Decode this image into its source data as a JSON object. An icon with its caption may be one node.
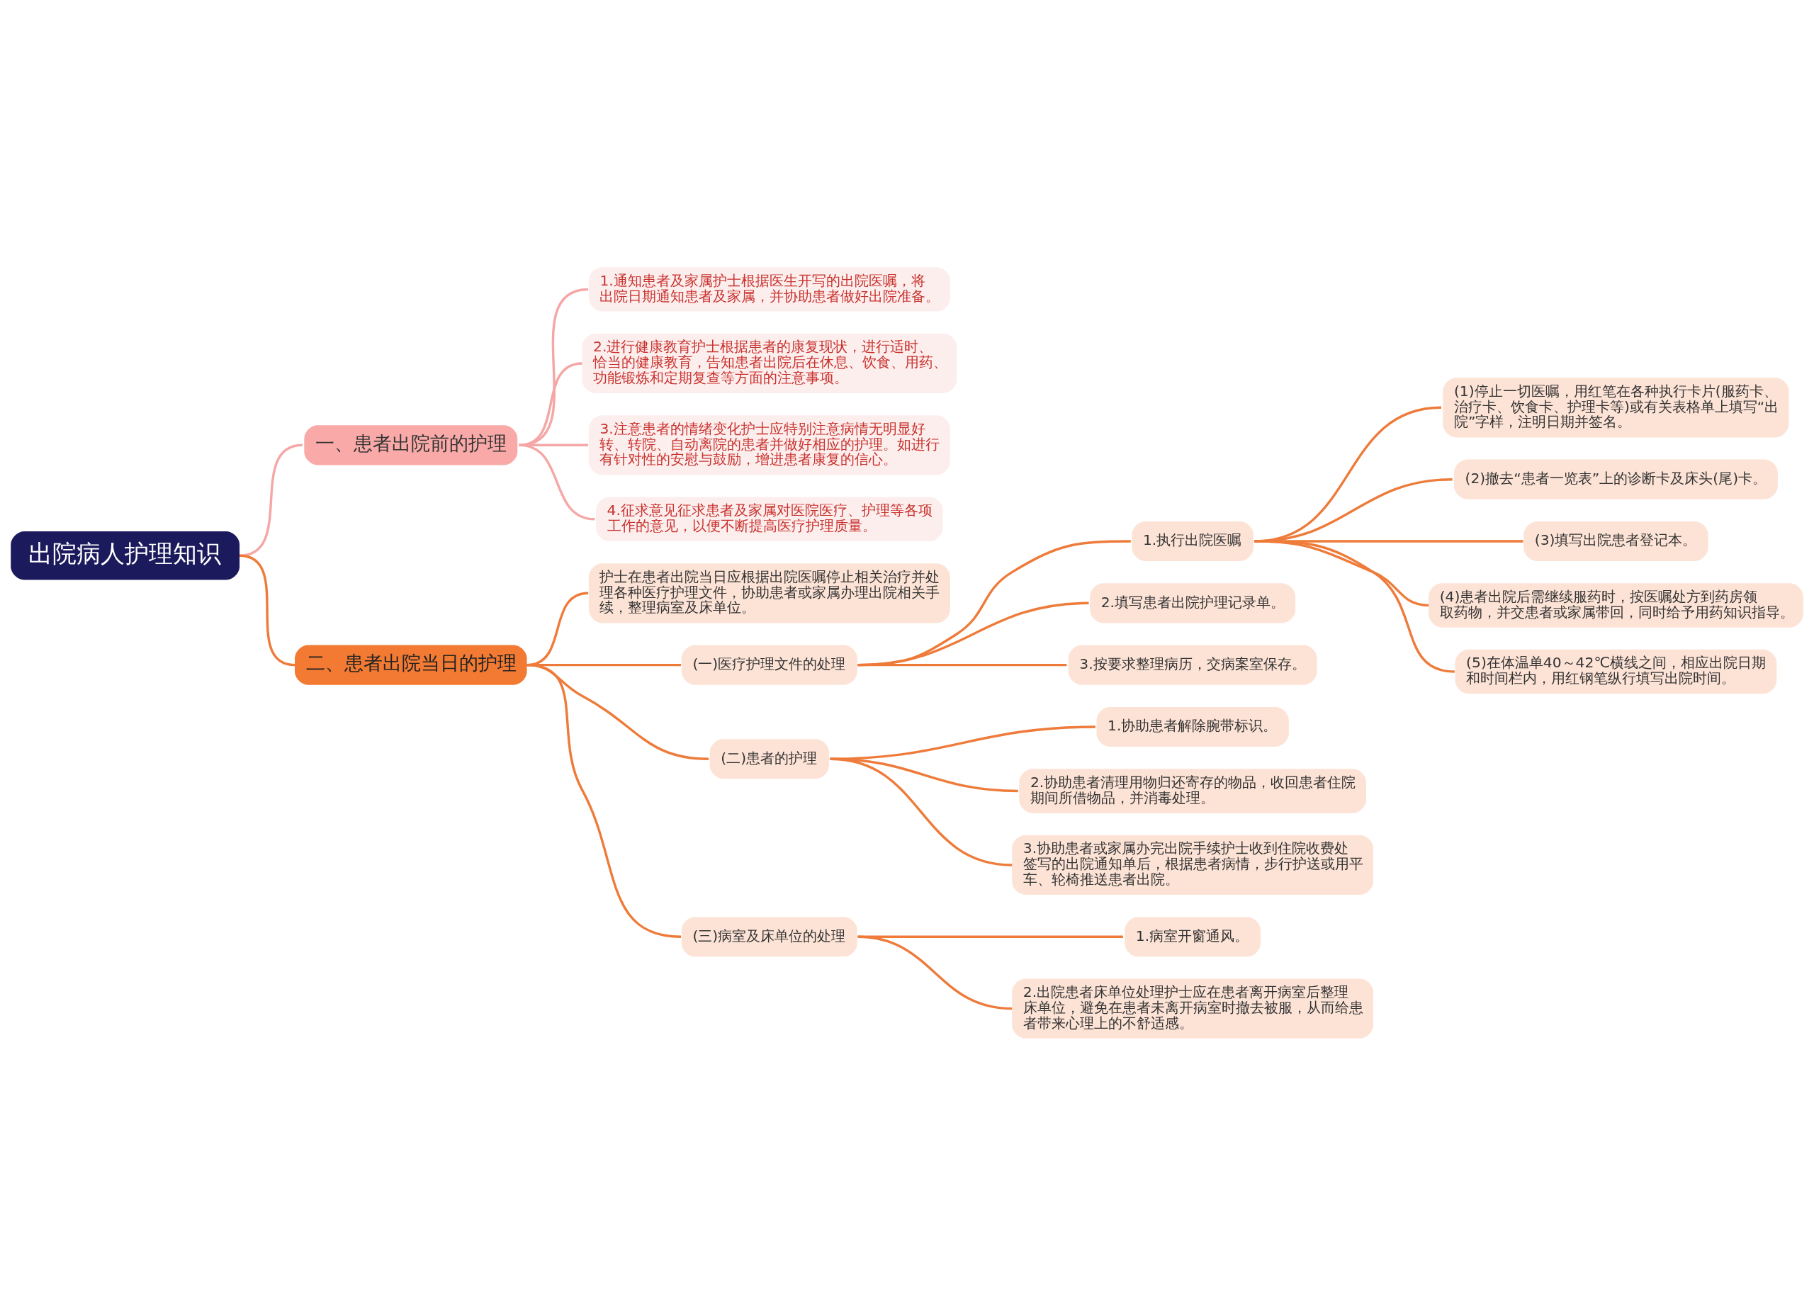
{
  "diagram": {
    "nodes": [
      {
        "text": [
          "出院病人护理知识"
        ]
      },
      {
        "text": [
          "一、患者出院前的护理"
        ]
      },
      {
        "text": [
          "1.通知患者及家属护士根据医生开写的出院医嘱，将出院日期通知患者及家属，并协助患者做好出院准备。"
        ]
      },
      {
        "text": [
          "2.进行健康教育护士根据患者的康复现状，进行适时、恰当的健康教育，告知患者出院后在休息、饮食、用药、功能锻炼和定期复查等方面的注意事项。"
        ]
      },
      {
        "text": [
          "3.注意患者的情绪变化护士应特别注意病情无明显好转、转院、自动离院的患者并做好相应的护理。如进行有针对性的安慰与鼓励，增进患者康复的信心。"
        ]
      },
      {
        "text": [
          "4.征求意见征求患者及家属对医院医疗、护理等各项工作的意见，以便不断提高医疗护理质量。"
        ]
      },
      {
        "text": [
          "二、患者出院当日的护理"
        ]
      },
      {
        "text": [
          "护士在患者出院当日应根据出院医嘱停止相关治疗并处理各种医疗护理文件，协助患者或家属办理出院相关手续，整理病室及床单位。"
        ]
      },
      {
        "text": [
          "(一)医疗护理文件的处理"
        ]
      },
      {
        "text": [
          "1.执行出院医嘱"
        ]
      },
      {
        "text": [
          "(1)停止一切医嘱，用红笔在各种执行卡片(服药卡、治疗卡、饮食卡、护理卡等)或有关表格单上填写“出院”字样，注明日期并签名。"
        ]
      },
      {
        "text": [
          "(2)撤去“患者一览表”上的诊断卡及床头(尾)卡。"
        ]
      },
      {
        "text": [
          "(3)填写出院患者登记本。"
        ]
      },
      {
        "text": [
          "(4)患者出院后需继续服药时，按医嘱处方到药房领取药物，并交患者或家属带回，同时给予用药知识指导。"
        ]
      },
      {
        "text": [
          "(5)在体温单40～42℃横线之间，相应出院日期和时间栏内，用红钢笔纵行填写出院时间。"
        ]
      },
      {
        "text": [
          "2.填写患者出院护理记录单。"
        ]
      },
      {
        "text": [
          "3.按要求整理病历，交病案室保存。"
        ]
      },
      {
        "text": [
          "(二)患者的护理"
        ]
      },
      {
        "text": [
          "1.协助患者解除腕带标识。"
        ]
      },
      {
        "text": [
          "2.协助患者清理用物归还寄存的物品，收回患者住院期间所借物品，并消毒处理。"
        ]
      },
      {
        "text": [
          "3.协助患者或家属办完出院手续护士收到住院收费处签写的出院通知单后，根据患者病情，步行护送或用平车、轮椅推送患者出院。"
        ]
      },
      {
        "text": [
          "(三)病室及床单位的处理"
        ]
      },
      {
        "text": [
          "1.病室开窗通风。"
        ]
      },
      {
        "text": [
          "2.出院患者床单位处理护士应在患者离开病室后整理床单位，避免在患者未离开病室时撤去被服，从而给患者带来心理上的不舒适感。"
        ]
      }
    ],
    "edges": [
      {
        "from": 0,
        "to": 1,
        "arrow": "none",
        "color": "#f4a7a6"
      },
      {
        "from": 1,
        "to": 2,
        "arrow": "none",
        "color": "#f4a7a6"
      },
      {
        "from": 1,
        "to": 3,
        "arrow": "none",
        "color": "#f4a7a6"
      },
      {
        "from": 1,
        "to": 4,
        "arrow": "none",
        "color": "#f4a7a6"
      },
      {
        "from": 1,
        "to": 5,
        "arrow": "none",
        "color": "#f4a7a6"
      },
      {
        "from": 0,
        "to": 6,
        "arrow": "none"
      },
      {
        "from": 6,
        "to": 7,
        "arrow": "none"
      },
      {
        "from": 6,
        "to": 8,
        "arrow": "none"
      },
      {
        "from": 8,
        "to": 9,
        "arrow": "none"
      },
      {
        "from": 9,
        "to": 10,
        "arrow": "none"
      },
      {
        "from": 9,
        "to": 11,
        "arrow": "none"
      },
      {
        "from": 9,
        "to": 12,
        "arrow": "none"
      },
      {
        "from": 9,
        "to": 13,
        "arrow": "none"
      },
      {
        "from": 9,
        "to": 14,
        "arrow": "none"
      },
      {
        "from": 8,
        "to": 15,
        "arrow": "none"
      },
      {
        "from": 8,
        "to": 16,
        "arrow": "none"
      },
      {
        "from": 6,
        "to": 17,
        "arrow": "none"
      },
      {
        "from": 17,
        "to": 18,
        "arrow": "none"
      },
      {
        "from": 17,
        "to": 19,
        "arrow": "none"
      },
      {
        "from": 17,
        "to": 20,
        "arrow": "none"
      },
      {
        "from": 6,
        "to": 21,
        "arrow": "none"
      },
      {
        "from": 21,
        "to": 22,
        "arrow": "none"
      },
      {
        "from": 21,
        "to": 23,
        "arrow": "none"
      }
    ]
  }
}
